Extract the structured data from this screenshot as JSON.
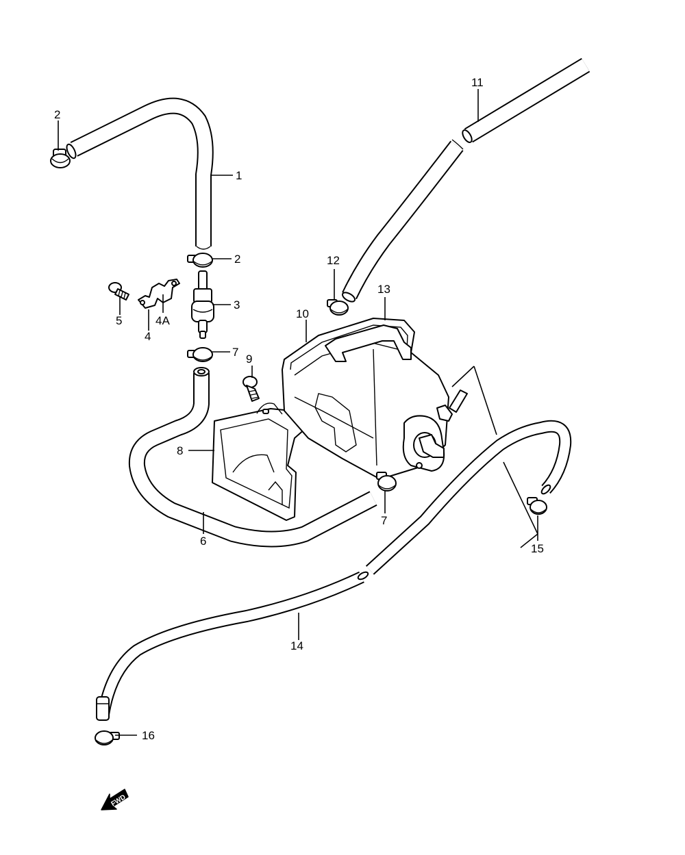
{
  "callouts": {
    "c1": "1",
    "c2a": "2",
    "c2b": "2",
    "c3": "3",
    "c4": "4",
    "c4a": "4A",
    "c5": "5",
    "c6": "6",
    "c7a": "7",
    "c7b": "7",
    "c8": "8",
    "c9": "9",
    "c10": "10",
    "c11": "11",
    "c12": "12",
    "c13": "13",
    "c14": "14",
    "c15": "15",
    "c16": "16"
  },
  "fwd_arrow": {
    "label": "FWD"
  }
}
